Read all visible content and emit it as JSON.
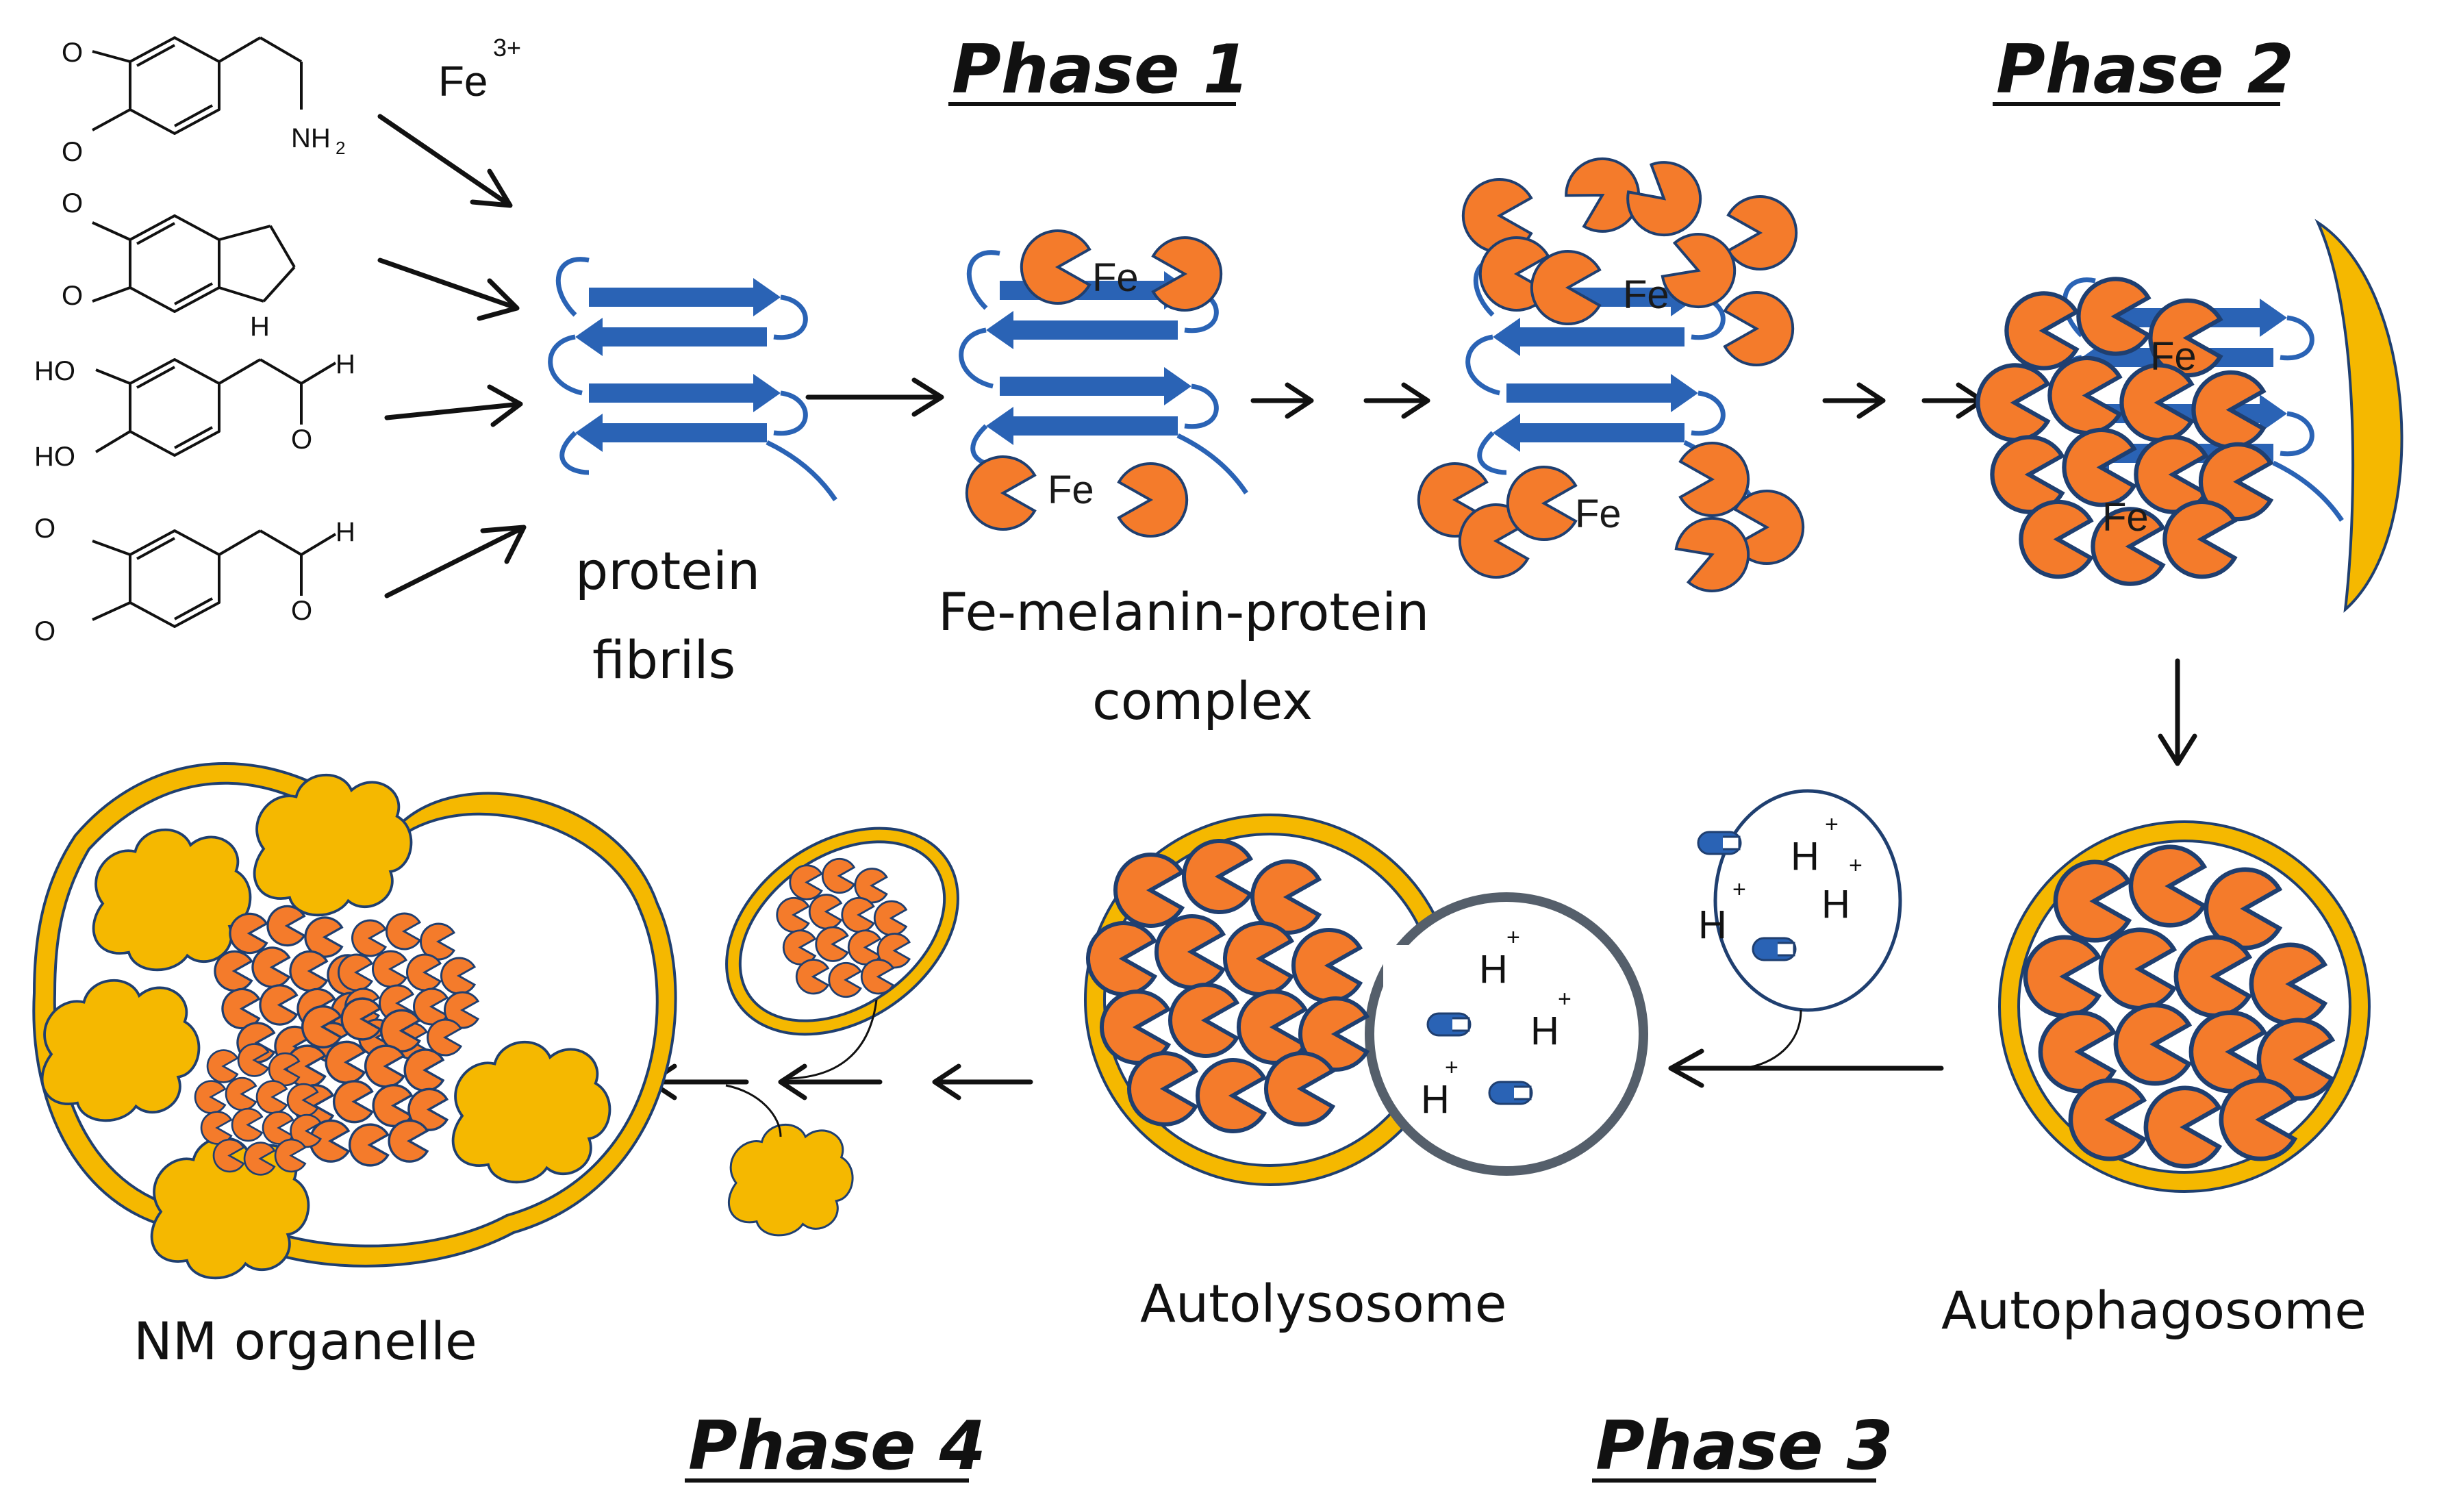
{
  "phases": {
    "phase1": "Phase 1",
    "phase2": "Phase 2",
    "phase3": "Phase 3",
    "phase4": "Phase 4"
  },
  "precursor": {
    "iron": "Fe",
    "iron_charge": "3+",
    "amine_label": "NH",
    "amine_sub": "2",
    "ho_label": "HO",
    "h_label": "H",
    "o_label": "O"
  },
  "labels": {
    "fibrils_line1": "protein",
    "fibrils_line2": "fibrils",
    "complex_line1": "Fe-melanin-protein",
    "complex_line2": "complex",
    "autophagosome": "Autophagosome",
    "autolysosome": "Autolysosome",
    "nm_organelle": "NM organelle"
  },
  "markers": {
    "fe": "Fe",
    "h": "H",
    "plus": "+"
  },
  "colors": {
    "melanin": "#F47B2B",
    "protein": "#2A63B5",
    "membrane": "#F5B800",
    "outline": "#1F3F70",
    "lysosome": "#555F6B"
  }
}
